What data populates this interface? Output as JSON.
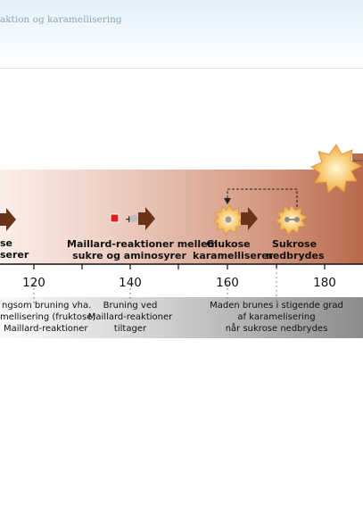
{
  "header": {
    "title": "aktion og karamellisering"
  },
  "stages": [
    {
      "line1": "se",
      "line2": "serer"
    },
    {
      "line1": "Maillard-reaktioner mellem",
      "line2": "sukre og aminosyrer"
    },
    {
      "line1": "Glukose",
      "line2": "karamelliserer"
    },
    {
      "line1": "Sukrose",
      "line2": "nedbrydes"
    }
  ],
  "axis": {
    "ticks": [
      "120",
      "140",
      "160",
      "180"
    ]
  },
  "notes": [
    {
      "l1": "ngsom bruning vha.",
      "l2": "mellisering (fruktose)",
      "l3": "Maillard-reaktioner"
    },
    {
      "l1": "Bruning ved",
      "l2": "Maillard-reaktioner",
      "l3": "tiltager"
    },
    {
      "l1": "Maden brunes i stigende grad",
      "l2": "af karamelisering",
      "l3": "når sukrose nedbrydes"
    }
  ],
  "colors": {
    "band_start": "#f4dcd4",
    "band_end": "#b9694c",
    "arrow": "#6b3318",
    "notes_band_start": "#f5f5f5",
    "notes_band_end": "#8a8a8a",
    "burst": "#f0b14a"
  }
}
